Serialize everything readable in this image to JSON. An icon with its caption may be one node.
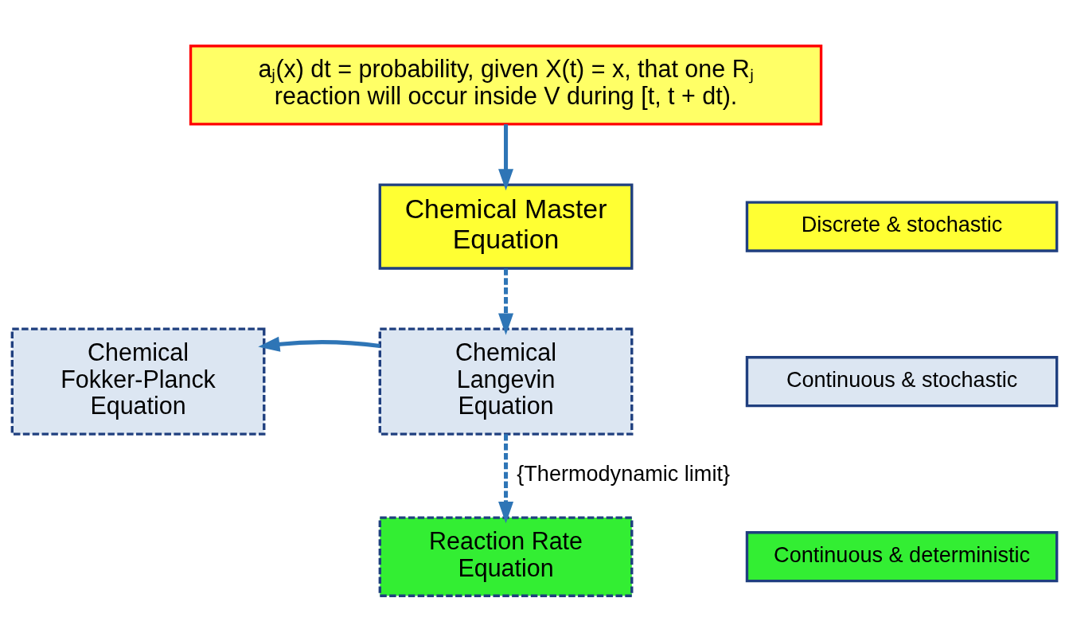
{
  "diagram": {
    "nodes": [
      {
        "text": [
          "aⱼ(x) dt = probability, given X(t) = x, that one Rⱼ reaction will occur inside V during [t, t + dt)."
        ]
      },
      {
        "text": [
          "Chemical Master Equation"
        ]
      },
      {
        "text": [
          "Discrete & stochastic"
        ]
      },
      {
        "text": [
          "Chemical Fokker-Planck Equation"
        ]
      },
      {
        "text": [
          "Chemical Langevin Equation"
        ]
      },
      {
        "text": [
          "Continuous & stochastic"
        ]
      },
      {
        "text": [
          "Reaction Rate Equation"
        ]
      },
      {
        "text": [
          "Continuous & deterministic"
        ]
      }
    ],
    "edges": [
      {
        "from": 0,
        "to": 1,
        "arrow": "to"
      },
      {
        "from": 1,
        "to": 4,
        "arrow": "to",
        "style": "dashed"
      },
      {
        "from": 4,
        "to": 3,
        "arrow": "to"
      },
      {
        "from": 4,
        "to": 6,
        "arrow": "to",
        "style": "dashed",
        "label": "{Thermodynamic limit}"
      }
    ]
  }
}
